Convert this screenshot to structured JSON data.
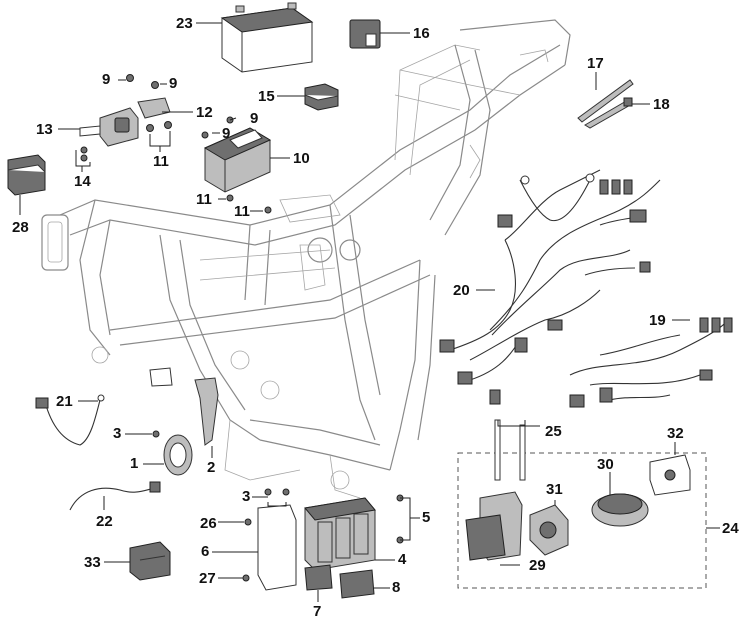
{
  "diagram": {
    "callouts": {
      "c1": "1",
      "c2": "2",
      "c3a": "3",
      "c3b": "3",
      "c4": "4",
      "c5": "5",
      "c6": "6",
      "c7": "7",
      "c8": "8",
      "c9a": "9",
      "c9b": "9",
      "c9c": "9",
      "c9d": "9",
      "c10": "10",
      "c11a": "11",
      "c11b": "11",
      "c11c": "11",
      "c12": "12",
      "c13": "13",
      "c14": "14",
      "c15": "15",
      "c16": "16",
      "c17": "17",
      "c18": "18",
      "c19": "19",
      "c20": "20",
      "c21": "21",
      "c22": "22",
      "c23": "23",
      "c24": "24",
      "c25": "25",
      "c26": "26",
      "c27": "27",
      "c28": "28",
      "c29": "29",
      "c30": "30",
      "c31": "31",
      "c32": "32",
      "c33": "33"
    }
  }
}
